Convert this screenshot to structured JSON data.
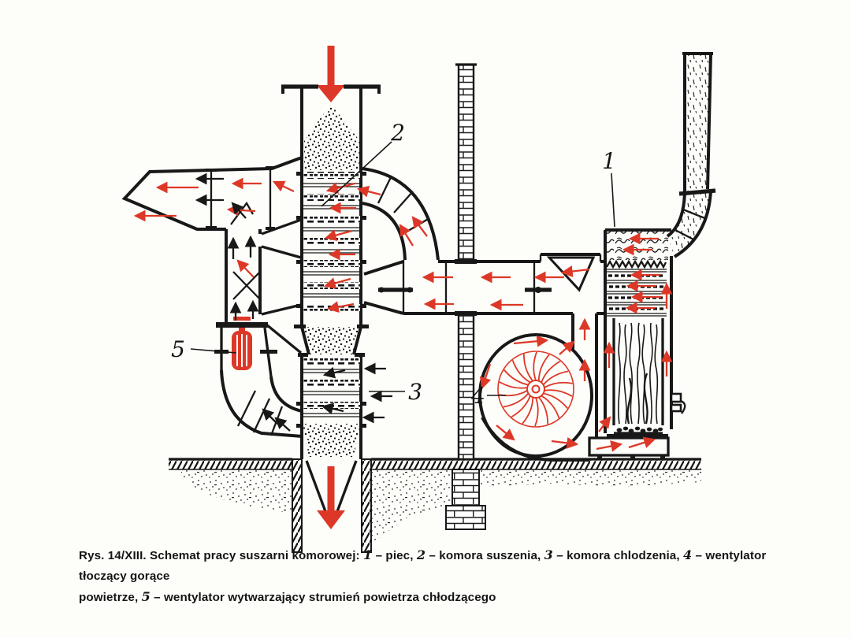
{
  "figure": {
    "type": "scanned-technical-schematic",
    "caption": {
      "parts": [
        {
          "text": "Rys. 14/XIII. Schemat pracy suszarni komorowej: "
        },
        {
          "text": "1"
        },
        {
          "text": " – piec, "
        },
        {
          "text": "2"
        },
        {
          "text": " – komora suszenia, "
        },
        {
          "text": "3"
        },
        {
          "text": " – komora chlodzenia, "
        },
        {
          "text": "4"
        },
        {
          "text": " – wentylator tłoczący gorące "
        },
        {
          "text": "powietrze, "
        },
        {
          "text": "5"
        },
        {
          "text": " – wentylator wytwarzający strumień powietrza chłodzącego"
        }
      ]
    },
    "labels": {
      "furnace": "1",
      "drying_chamber": "2",
      "cooling_chamber": "3",
      "hot_air_fan": "4",
      "cooling_fan": "5"
    },
    "legend": [
      {
        "number": "1",
        "meaning": "piec"
      },
      {
        "number": "2",
        "meaning": "komora suszenia"
      },
      {
        "number": "3",
        "meaning": "komora chlodzenia"
      },
      {
        "number": "4",
        "meaning": "wentylator tłoczący gorące powietrze"
      },
      {
        "number": "5",
        "meaning": "wentylator wytwarzający strumień powietrza chłodzącego"
      }
    ],
    "colors": {
      "ink": "#181818",
      "arrow_red": "#dd3827",
      "paper": "#fdfdfa"
    }
  }
}
